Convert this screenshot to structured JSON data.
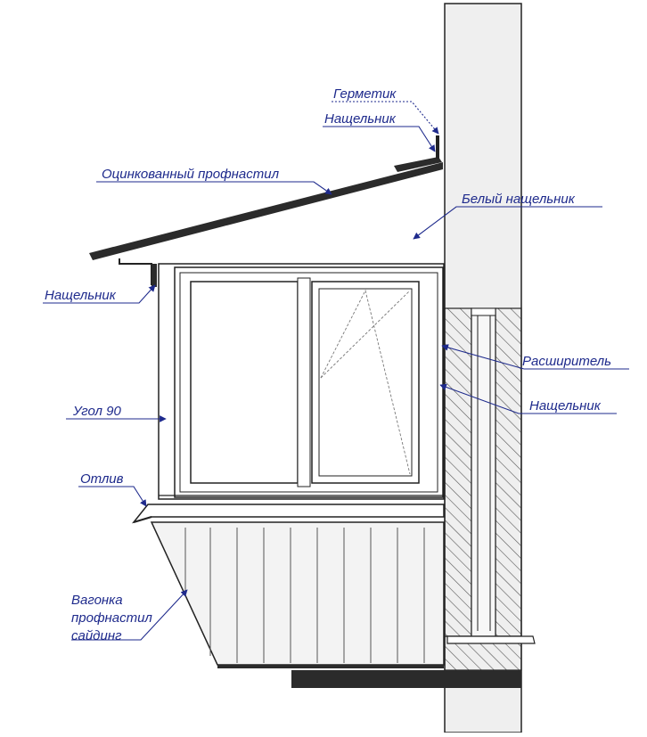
{
  "labels": {
    "sealant": "Герметик",
    "trim_top": "Нащельник",
    "galvanized_sheet": "Оцинкованный профнастил",
    "white_trim": "Белый нащельник",
    "trim_left": "Нащельник",
    "extender": "Расширитель",
    "trim_right": "Нащельник",
    "angle_90": "Угол 90",
    "drip_sill": "Отлив",
    "cladding_line1": "Вагонка",
    "cladding_line2": "профнастил",
    "cladding_line3": "сайдинг"
  },
  "colors": {
    "label_text": "#1e2a8c",
    "leader": "#1e2a8c",
    "outline": "#222222",
    "wall_fill": "#efefef",
    "dark_band": "#2b2b2b"
  }
}
